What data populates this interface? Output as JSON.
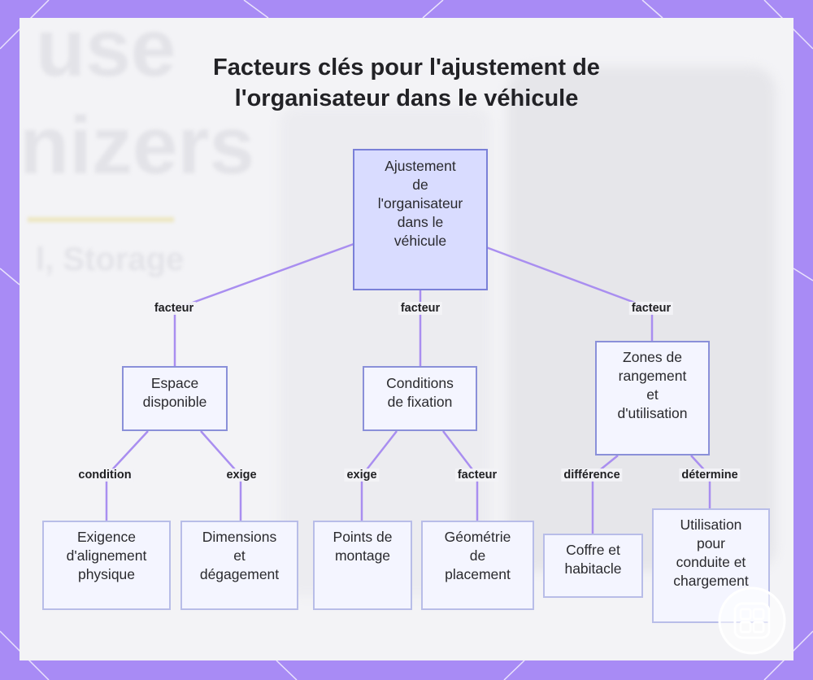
{
  "diagram": {
    "title": "Facteurs clés pour l'ajustement de l'organisateur dans le véhicule",
    "title_lines": [
      "Facteurs clés pour l'ajustement de",
      "l'organisateur dans le véhicule"
    ],
    "colors": {
      "frame": "#a88bf5",
      "edge": "#a98ef0",
      "root_fill": "#d9dcff",
      "node_fill": "#f4f5ff"
    },
    "root": {
      "label": "Ajustement de l'organisateur dans le véhicule",
      "lines": [
        "Ajustement",
        "de",
        "l'organisateur",
        "dans le",
        "véhicule"
      ]
    },
    "branches": [
      {
        "edge_label": "facteur",
        "label": "Espace disponible",
        "lines": [
          "Espace",
          "disponible"
        ],
        "children": [
          {
            "edge_label": "condition",
            "label": "Exigence d'alignement physique",
            "lines": [
              "Exigence",
              "d'alignement",
              "physique"
            ]
          },
          {
            "edge_label": "exige",
            "label": "Dimensions et dégagement",
            "lines": [
              "Dimensions",
              "et",
              "dégagement"
            ]
          }
        ]
      },
      {
        "edge_label": "facteur",
        "label": "Conditions de fixation",
        "lines": [
          "Conditions",
          "de fixation"
        ],
        "children": [
          {
            "edge_label": "exige",
            "label": "Points de montage",
            "lines": [
              "Points de",
              "montage"
            ]
          },
          {
            "edge_label": "facteur",
            "label": "Géométrie de placement",
            "lines": [
              "Géométrie",
              "de",
              "placement"
            ]
          }
        ]
      },
      {
        "edge_label": "facteur",
        "label": "Zones de rangement et d'utilisation",
        "lines": [
          "Zones de",
          "rangement",
          "et",
          "d'utilisation"
        ],
        "children": [
          {
            "edge_label": "différence",
            "label": "Coffre et habitacle",
            "lines": [
              "Coffre et",
              "habitacle"
            ]
          },
          {
            "edge_label": "détermine",
            "label": "Utilisation pour conduite et chargement",
            "lines": [
              "Utilisation",
              "pour",
              "conduite et",
              "chargement"
            ]
          }
        ]
      }
    ]
  },
  "background": {
    "watermark_lines": [
      "use",
      "nizers",
      "l, Storage"
    ]
  },
  "logo": {
    "icon": "app-grid-icon"
  }
}
